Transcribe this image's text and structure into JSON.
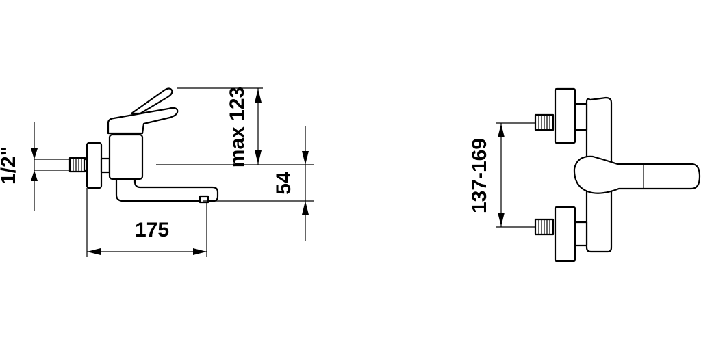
{
  "drawing": {
    "dimensions": {
      "thread": "1/2\"",
      "height_max": "max 123",
      "spout_height": "54",
      "projection": "175",
      "centers": "137-169"
    }
  }
}
